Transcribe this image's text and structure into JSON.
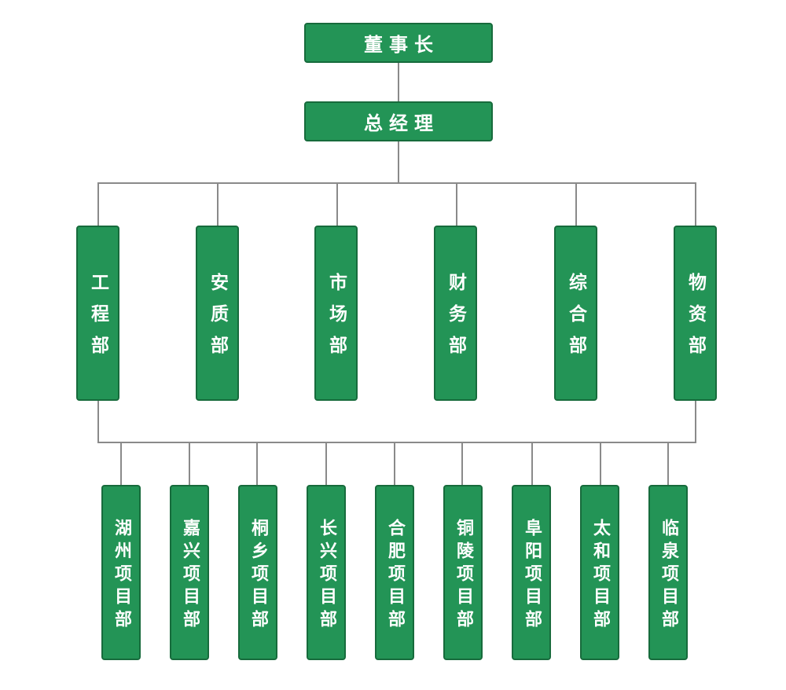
{
  "org_chart": {
    "chairman": "董事长",
    "general_manager": "总经理",
    "departments": [
      "工程部",
      "安质部",
      "市场部",
      "财务部",
      "综合部",
      "物资部"
    ],
    "projects": [
      "湖州项目部",
      "嘉兴项目部",
      "桐乡项目部",
      "长兴项目部",
      "合肥项目部",
      "铜陵项目部",
      "阜阳项目部",
      "太和项目部",
      "临泉项目部"
    ]
  },
  "colors": {
    "node_fill": "#239456",
    "node_border": "#176b3c",
    "node_text": "#ffffff",
    "connector": "#8a8a8a",
    "background": "#ffffff"
  }
}
